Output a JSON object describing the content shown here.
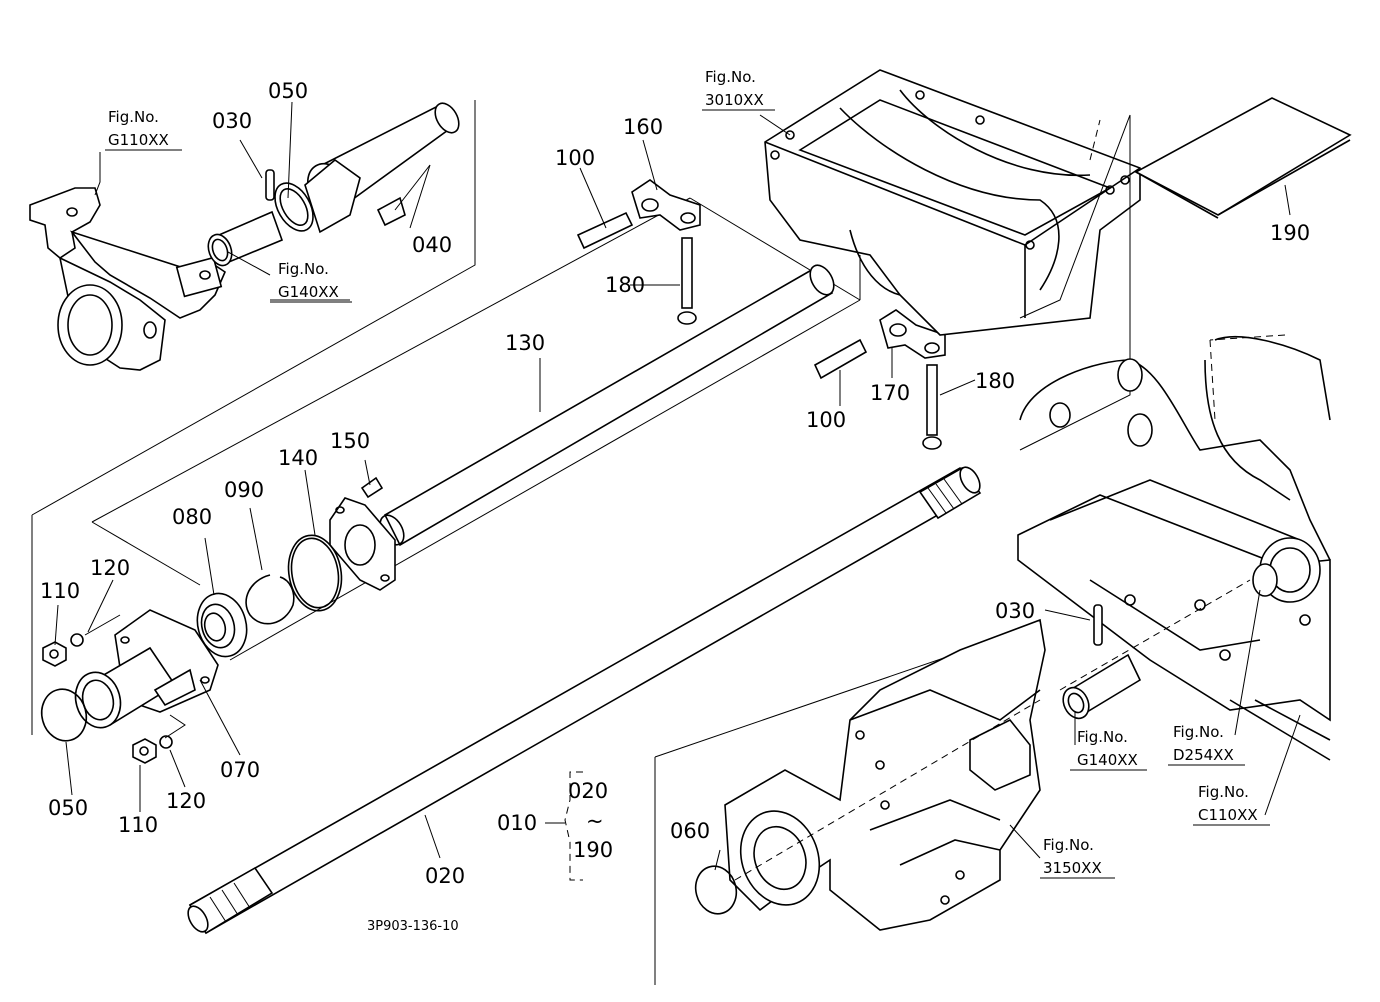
{
  "parts": {
    "p010": "010",
    "p020_a": "020",
    "p020_b": "020",
    "p190_a": "190",
    "p190_b": "190",
    "tilde": "~",
    "p030_a": "030",
    "p030_b": "030",
    "p040": "040",
    "p050_a": "050",
    "p050_b": "050",
    "p060": "060",
    "p070": "070",
    "p080": "080",
    "p090": "090",
    "p100_a": "100",
    "p100_b": "100",
    "p110_a": "110",
    "p110_b": "110",
    "p120_a": "120",
    "p120_b": "120",
    "p130": "130",
    "p140": "140",
    "p150": "150",
    "p160": "160",
    "p170": "170",
    "p180_a": "180",
    "p180_b": "180"
  },
  "fig_refs": {
    "fig_label": "Fig.No.",
    "g110_top": "G110XX",
    "g140_top": "G140XX",
    "r3010": "3010XX",
    "g140_right": "G140XX",
    "d254": "D254XX",
    "c110": "C110XX",
    "r3150": "3150XX"
  },
  "drawing_code": "3P903-136-10"
}
